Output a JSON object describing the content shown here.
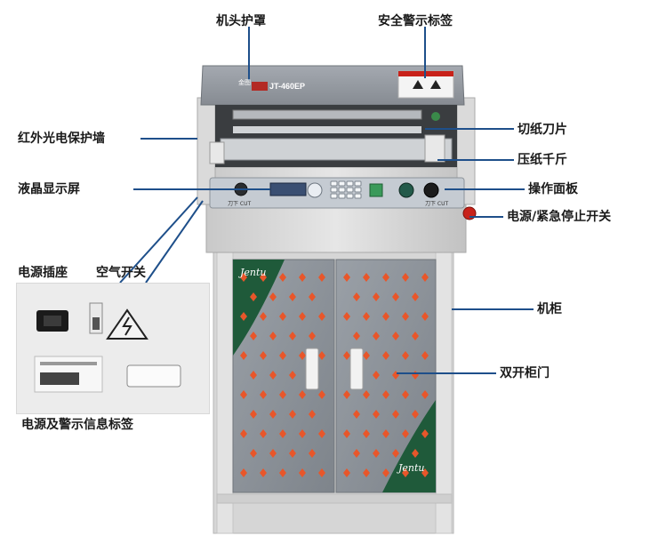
{
  "machine": {
    "brand_badge": "金图",
    "model": "JT-460EP",
    "cabinet_logo": "Jentu",
    "panel_text_left": "刀下 CUT",
    "panel_text_right": "刀下 CUT"
  },
  "labels": {
    "head_cover": "机头护罩",
    "safety_label": "安全警示标签",
    "infrared_wall": "红外光电保护墙",
    "cutting_blade": "切纸刀片",
    "paper_clamp": "压纸千斤",
    "lcd_screen": "液晶显示屏",
    "control_panel": "操作面板",
    "power_emergency": "电源/紧急停止开关",
    "power_socket": "电源插座",
    "air_switch": "空气开关",
    "cabinet": "机柜",
    "double_door": "双开柜门",
    "power_warning_label": "电源及警示信息标签"
  },
  "colors": {
    "body_light": "#dcdcdc",
    "panel_gray": "#9aa0a8",
    "door_gray": "#8e949b",
    "door_green": "#1f5a3a",
    "diamond_orange": "#e8562a",
    "pointer_blue": "#1e4f8a",
    "emergency_red": "#c8221a"
  }
}
